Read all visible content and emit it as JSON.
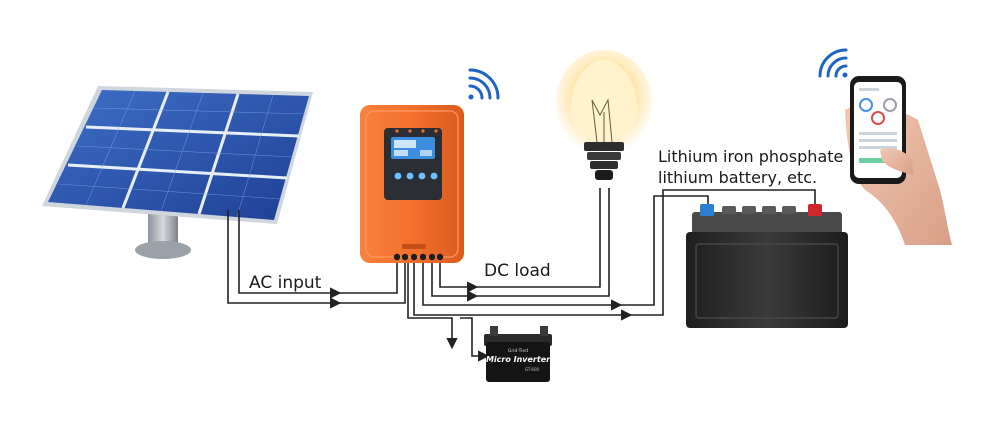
{
  "labels": {
    "ac_input": "AC input",
    "dc_load": "DC load",
    "battery_line1": "Lithium iron phosphate",
    "battery_line2": "lithium battery, etc."
  },
  "inverter": {
    "brand_line": "Grid-Tied",
    "title": "Micro Inverter",
    "model": "GT-600"
  },
  "icons": {
    "wifi_controller": "wifi-icon",
    "wifi_phone": "wifi-icon"
  },
  "colors": {
    "controller_body": "#f36f2c",
    "wifi": "#1f63c4",
    "wire": "#222222",
    "battery_body": "#2b2b2b",
    "terminal_positive": "#d0262b",
    "terminal_negative": "#2a7fd0"
  }
}
